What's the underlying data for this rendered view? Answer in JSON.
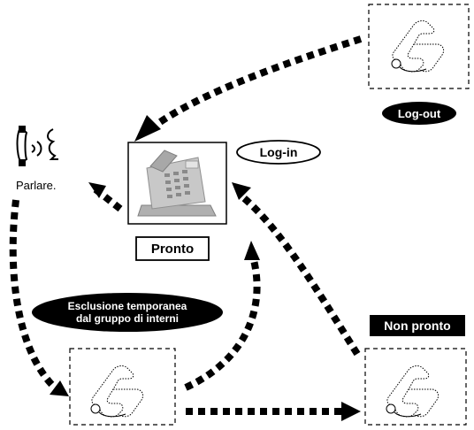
{
  "labels": {
    "speak": "Parlare.",
    "login": "Log-in",
    "logout": "Log-out",
    "ready": "Pronto",
    "not_ready": "Non pronto",
    "exclusion_line1": "Esclusione temporanea",
    "exclusion_line2": "dal gruppo di interni"
  },
  "colors": {
    "arrow": "#000000",
    "badge_dark": "#000000",
    "badge_text_light": "#ffffff",
    "phone_panel": "#c8c8c8",
    "phone_keys": "#8a8a8a"
  },
  "icons": {
    "speaking": "phone-speaking-icon",
    "logged_out_phone": "telephone-outline-icon",
    "ready_phone": "desk-phone-icon"
  }
}
